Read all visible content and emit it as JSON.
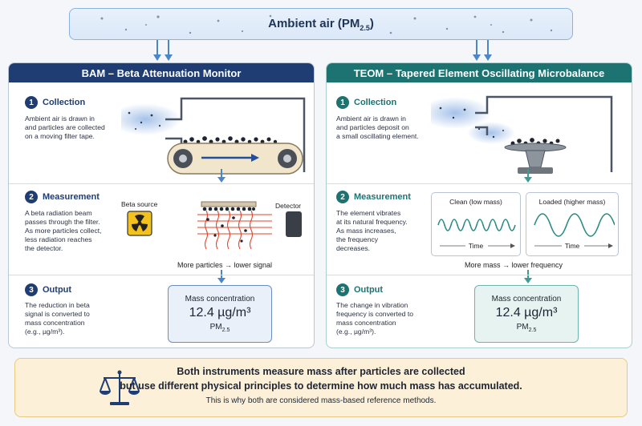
{
  "header": {
    "title_main": "Ambient air (PM",
    "title_sub": "2.5",
    "title_end": ")"
  },
  "bam": {
    "title": "BAM – Beta Attenuation Monitor",
    "step1": {
      "num": "1",
      "title": "Collection",
      "desc": "Ambient air is drawn in\nand particles are collected\non a moving filter tape."
    },
    "step2": {
      "num": "2",
      "title": "Measurement",
      "desc": "A beta radiation beam\npasses through the filter.\nAs more particles collect,\nless radiation reaches\nthe detector.",
      "source_label": "Beta source",
      "detector_label": "Detector",
      "caption": "More particles → lower signal"
    },
    "step3": {
      "num": "3",
      "title": "Output",
      "desc": "The reduction in beta\nsignal is converted to\nmass concentration\n(e.g., µg/m³).",
      "box_label": "Mass concentration",
      "box_value": "12.4 µg/m³",
      "box_pm": "PM",
      "box_pm_sub": "2.5"
    }
  },
  "teom": {
    "title": "TEOM – Tapered Element Oscillating Microbalance",
    "step1": {
      "num": "1",
      "title": "Collection",
      "desc": "Ambient air is drawn in\nand particles deposit on\na small oscillating element."
    },
    "step2": {
      "num": "2",
      "title": "Measurement",
      "desc": "The element vibrates\nat its natural frequency.\nAs mass increases,\nthe frequency\ndecreases.",
      "clean_label": "Clean (low mass)",
      "loaded_label": "Loaded (higher mass)",
      "time_label": "Time",
      "caption": "More mass → lower frequency"
    },
    "step3": {
      "num": "3",
      "title": "Output",
      "desc": "The change in vibration\nfrequency is converted to\nmass concentration\n(e.g., µg/m³).",
      "box_label": "Mass concentration",
      "box_value": "12.4 µg/m³",
      "box_pm": "PM",
      "box_pm_sub": "2.5"
    }
  },
  "footer": {
    "line1": "Both instruments measure mass after particles are collected",
    "line2": "but use different physical principles to determine how much mass has accumulated.",
    "line3": "This is why both are considered mass-based reference methods."
  },
  "colors": {
    "bam_accent": "#1f3d73",
    "teom_accent": "#1d7372",
    "footer_bg": "#fcf1d8",
    "beam": "#e0442a"
  }
}
